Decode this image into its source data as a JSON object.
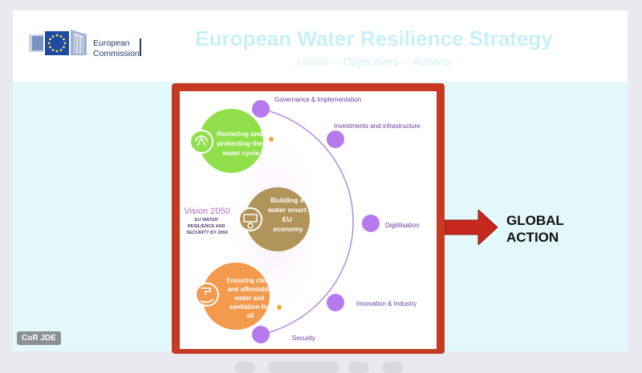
{
  "header": {
    "logo_line1": "European",
    "logo_line2": "Commission",
    "title": "European Water Resilience Strategy",
    "subtitle": "Vision – Objectives – Actions"
  },
  "diagram": {
    "vision_title": "Vision 2050",
    "vision_line1": "EU WATER",
    "vision_line2": "RESILIENCE AND",
    "vision_line3": "SECURITY BY 2050",
    "objectives": [
      {
        "lines": [
          "Restoring and",
          "protecting the",
          "water cycle"
        ],
        "icon": "water-cycle-icon"
      },
      {
        "lines": [
          "Building a",
          "water smart",
          "EU",
          "economy"
        ],
        "icon": "factory-gear-icon"
      },
      {
        "lines": [
          "Ensuring clean",
          "and affordable",
          "water and",
          "sanitation for",
          "all"
        ],
        "icon": "tap-hand-icon"
      }
    ],
    "actions": [
      "Governance & Implementation",
      "Investments and infrastructure",
      "Digitilisation",
      "Innovation & Industry",
      "Security"
    ]
  },
  "global_action": {
    "line1": "GLOBAL",
    "line2": "ACTION"
  },
  "badge": "CoR JDE",
  "colors": {
    "frame": "#c73a22",
    "slide_bg": "#e3f8fb",
    "green": "#8fe04a",
    "olive": "#b0945a",
    "orange": "#f39a4d",
    "purple": "#b679ee",
    "arrow": "#c6281c"
  }
}
